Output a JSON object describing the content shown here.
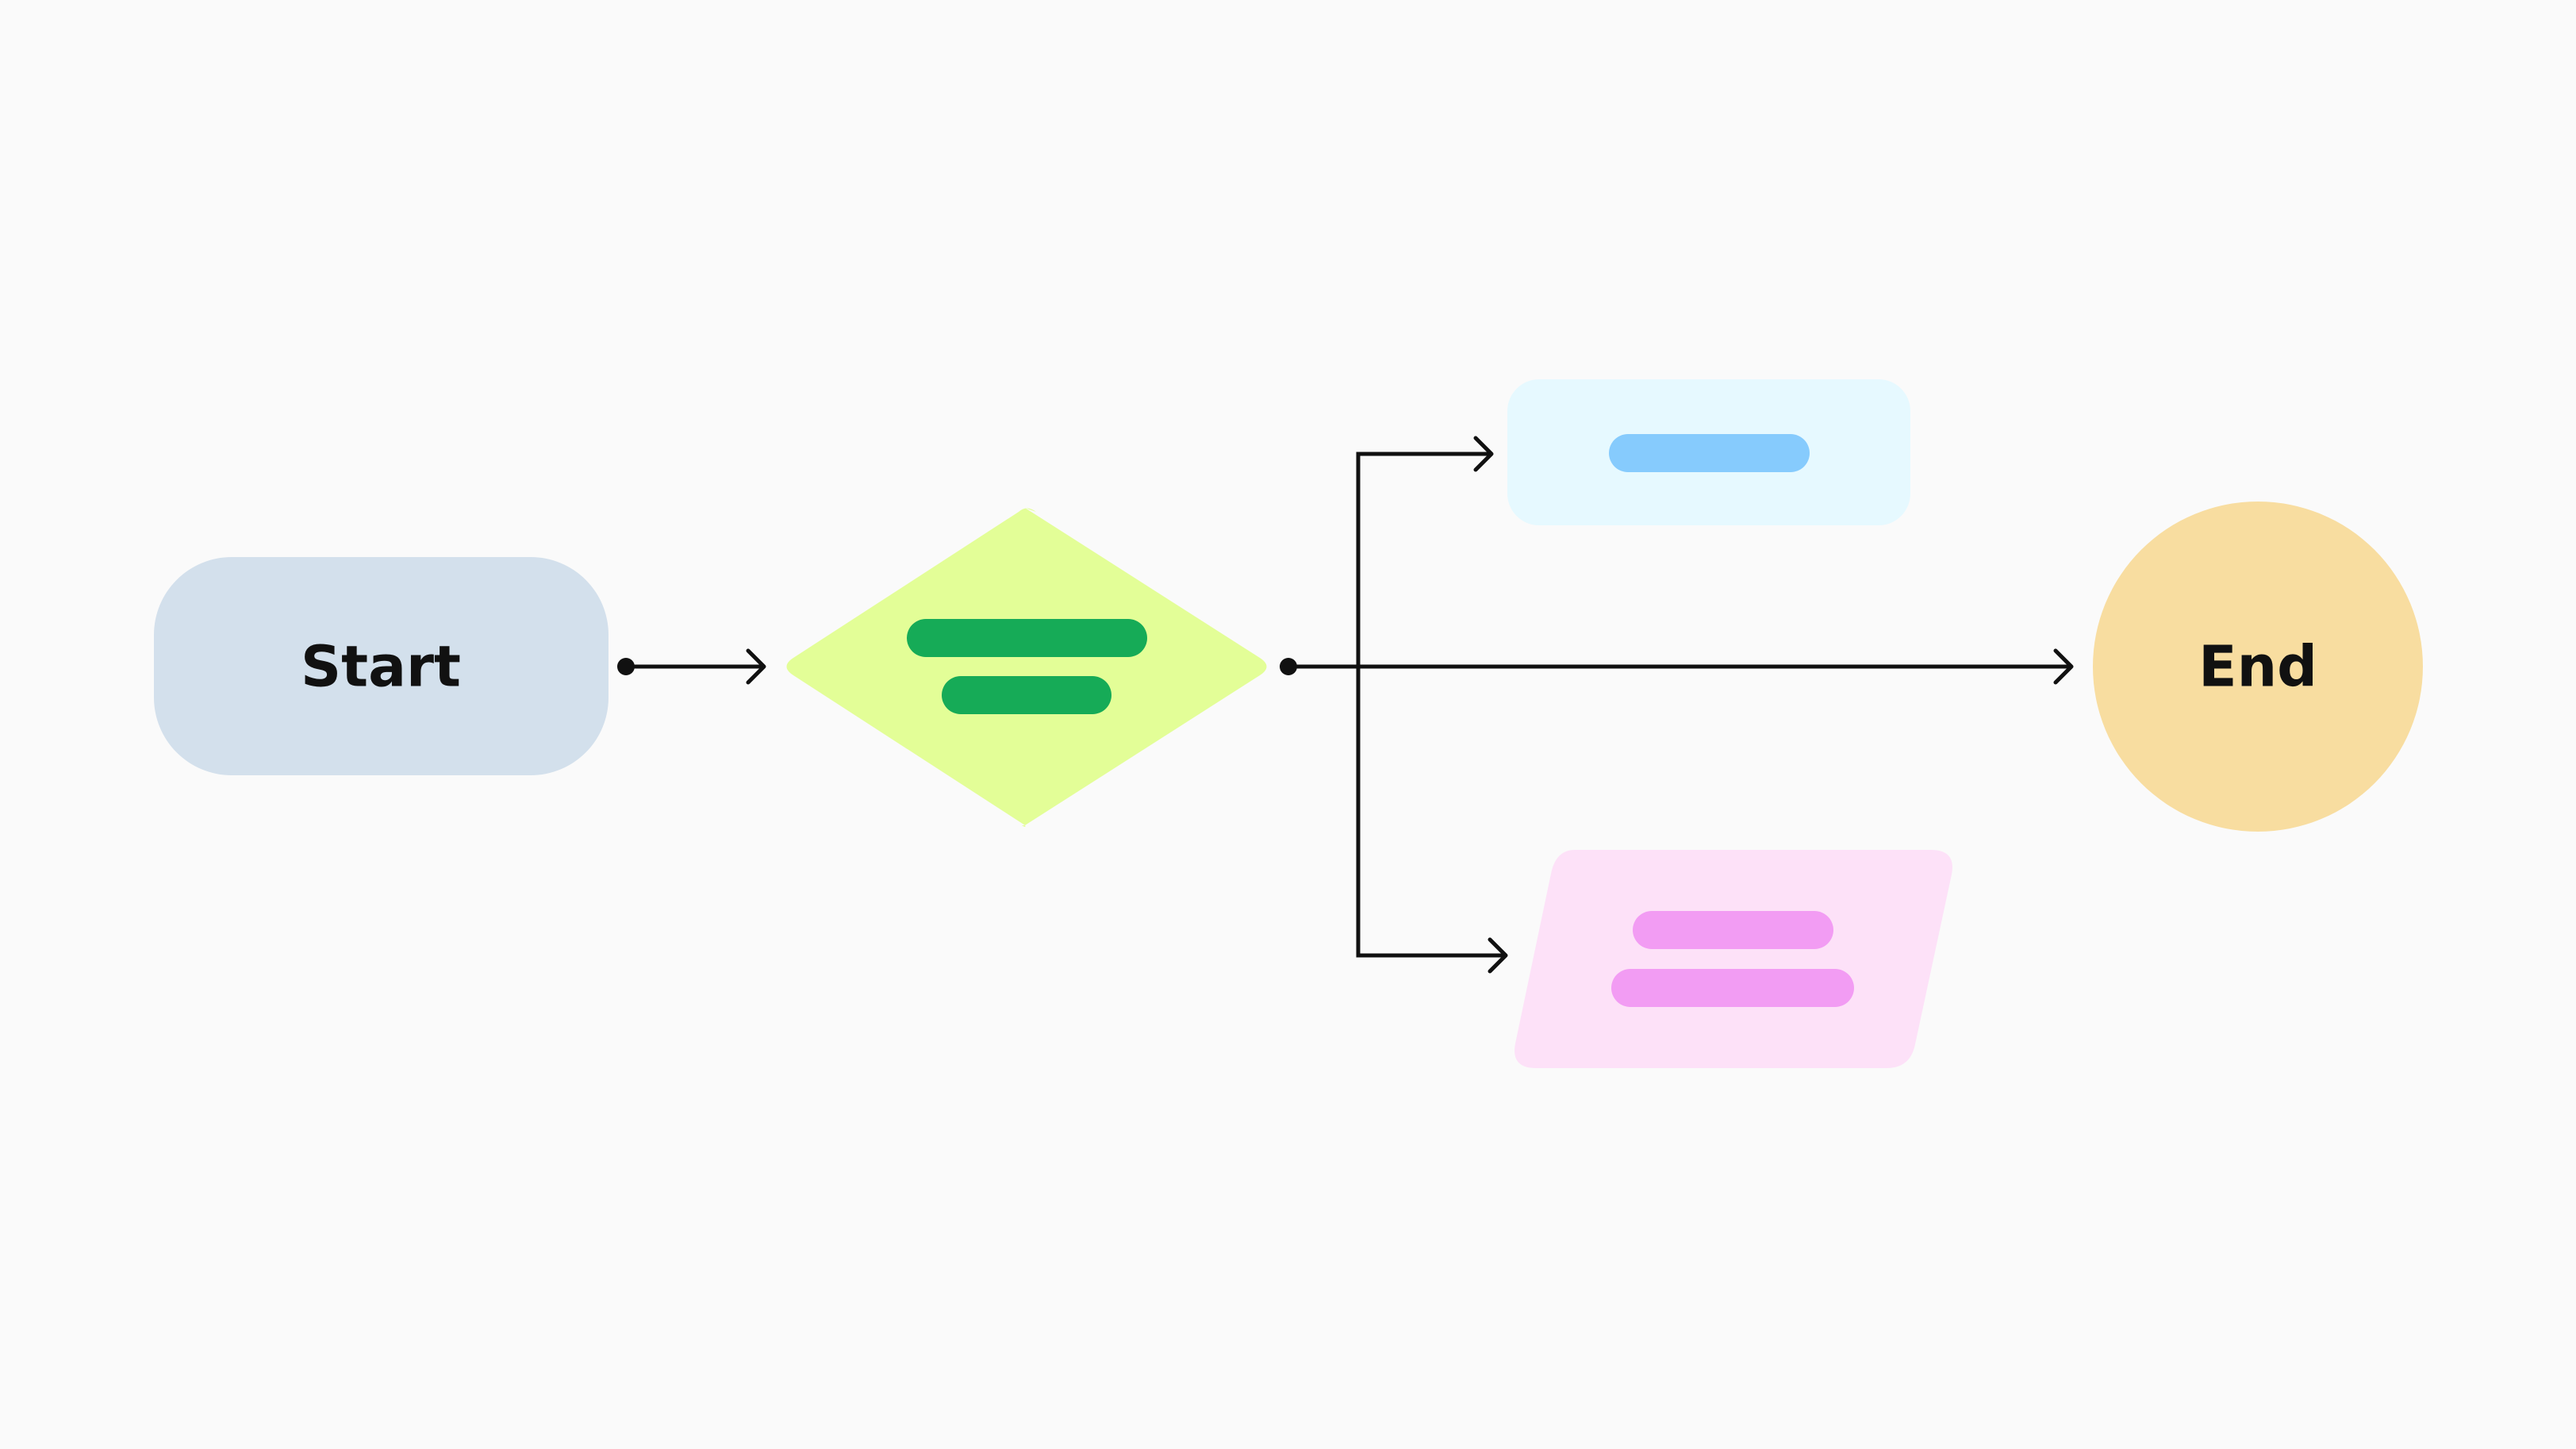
{
  "diagram": {
    "background_color": "#fafafa",
    "line_color": "#111111",
    "nodes": {
      "start": {
        "shape": "rounded-rectangle",
        "label": "Start",
        "fill": "#d3e0ec"
      },
      "decision": {
        "shape": "diamond",
        "fill": "#e3fe97",
        "placeholder_bar_color": "#16ab57",
        "placeholder_bar_count": 2
      },
      "process": {
        "shape": "rounded-rectangle",
        "fill": "#e6f9ff",
        "placeholder_bar_color": "#86cbfd",
        "placeholder_bar_count": 1
      },
      "data": {
        "shape": "parallelogram",
        "fill": "#fde1f8",
        "placeholder_bar_color": "#f29cf3",
        "placeholder_bar_count": 2
      },
      "end": {
        "shape": "circle",
        "label": "End",
        "fill": "#f8dda0"
      }
    },
    "edges": [
      {
        "from": "start",
        "to": "decision"
      },
      {
        "from": "decision",
        "to": "process"
      },
      {
        "from": "decision",
        "to": "end"
      },
      {
        "from": "decision",
        "to": "data"
      }
    ]
  }
}
